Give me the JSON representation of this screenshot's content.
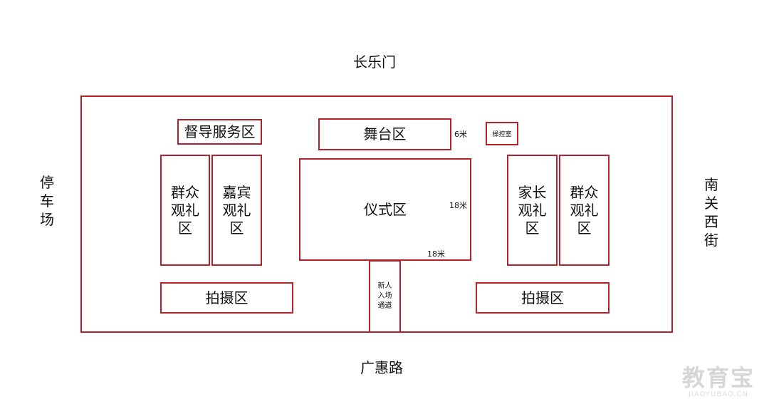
{
  "roads": {
    "north": "长乐门",
    "south": "广惠路",
    "west": "停\n车\n场",
    "east": "南\n关\n西\n街"
  },
  "zones": {
    "supervision": "督导服务区",
    "stage": "舞台区",
    "control": "操控室",
    "public_left": "群众\n观礼\n区",
    "guest": "嘉宾\n观礼\n区",
    "ceremony": "仪式区",
    "parents": "家长\n观礼\n区",
    "public_right": "群众\n观礼\n区",
    "photo_left": "拍摄区",
    "photo_right": "拍摄区",
    "aisle": "新人\n入场\n通道"
  },
  "dimensions": {
    "stage_depth": "6米",
    "ceremony_height": "18米",
    "ceremony_width": "18米"
  },
  "watermark": {
    "title": "教育宝",
    "url": "JIAOYUBAO.CN"
  },
  "colors": {
    "border": "#b5202a",
    "text": "#111111",
    "watermark": "#d6d6d6"
  }
}
